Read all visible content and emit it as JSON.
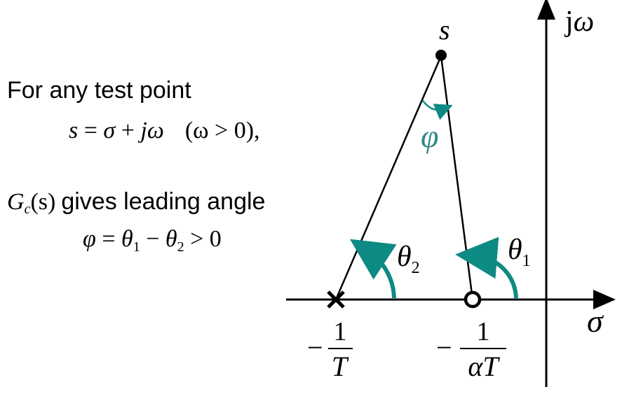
{
  "text": {
    "intro_line1": "For any test point",
    "eq_s": "s",
    "eq_equals": " = ",
    "eq_sigma": "σ",
    "eq_plus": " + ",
    "eq_j": "j",
    "eq_omega": "ω",
    "eq_cond": "(ω > 0),",
    "gc_G": "G",
    "gc_c": "c",
    "gc_args": "(s)",
    "gc_rest": "gives leading angle",
    "phi_eq_phi": "φ",
    "phi_eq_equals": " = ",
    "phi_eq_theta1": "θ",
    "phi_eq_sub1": "1",
    "phi_eq_minus": " − ",
    "phi_eq_theta2": "θ",
    "phi_eq_sub2": "2",
    "phi_eq_gt": " > 0"
  },
  "plot": {
    "axis_x_label": "σ",
    "axis_y_label_j": "j",
    "axis_y_label_omega": "ω",
    "test_point_label": "s",
    "phi_label": "φ",
    "theta1_label": "θ",
    "theta1_sub": "1",
    "theta2_label": "θ",
    "theta2_sub": "2",
    "pole_label_minus": "−",
    "pole_label_num": "1",
    "pole_label_den": "T",
    "zero_label_minus": "−",
    "zero_label_num": "1",
    "zero_label_den_alpha": "α",
    "zero_label_den_T": "T"
  },
  "colors": {
    "ink": "#000000",
    "angle_arrow": "#0e8a84",
    "phi_text": "#2f8a86"
  }
}
